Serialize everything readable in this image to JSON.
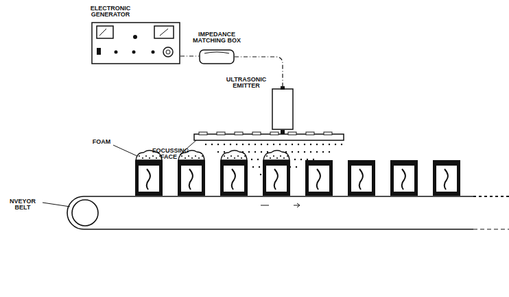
{
  "diagram": {
    "nodes": [
      {
        "text": [
          "ELECTRONIC GENERATOR"
        ]
      },
      {
        "text": [
          "IMPEDANCE MATCHING BOX"
        ]
      },
      {
        "text": [
          "ULTRASONIC EMITTER"
        ]
      }
    ],
    "edges": [
      {
        "from": 0,
        "to": 1,
        "arrow": "none"
      },
      {
        "from": 1,
        "to": 2,
        "arrow": "none"
      }
    ],
    "labels": [
      "FOCUSSING FACE",
      "FOAM",
      "NVEYOR BELT"
    ]
  }
}
